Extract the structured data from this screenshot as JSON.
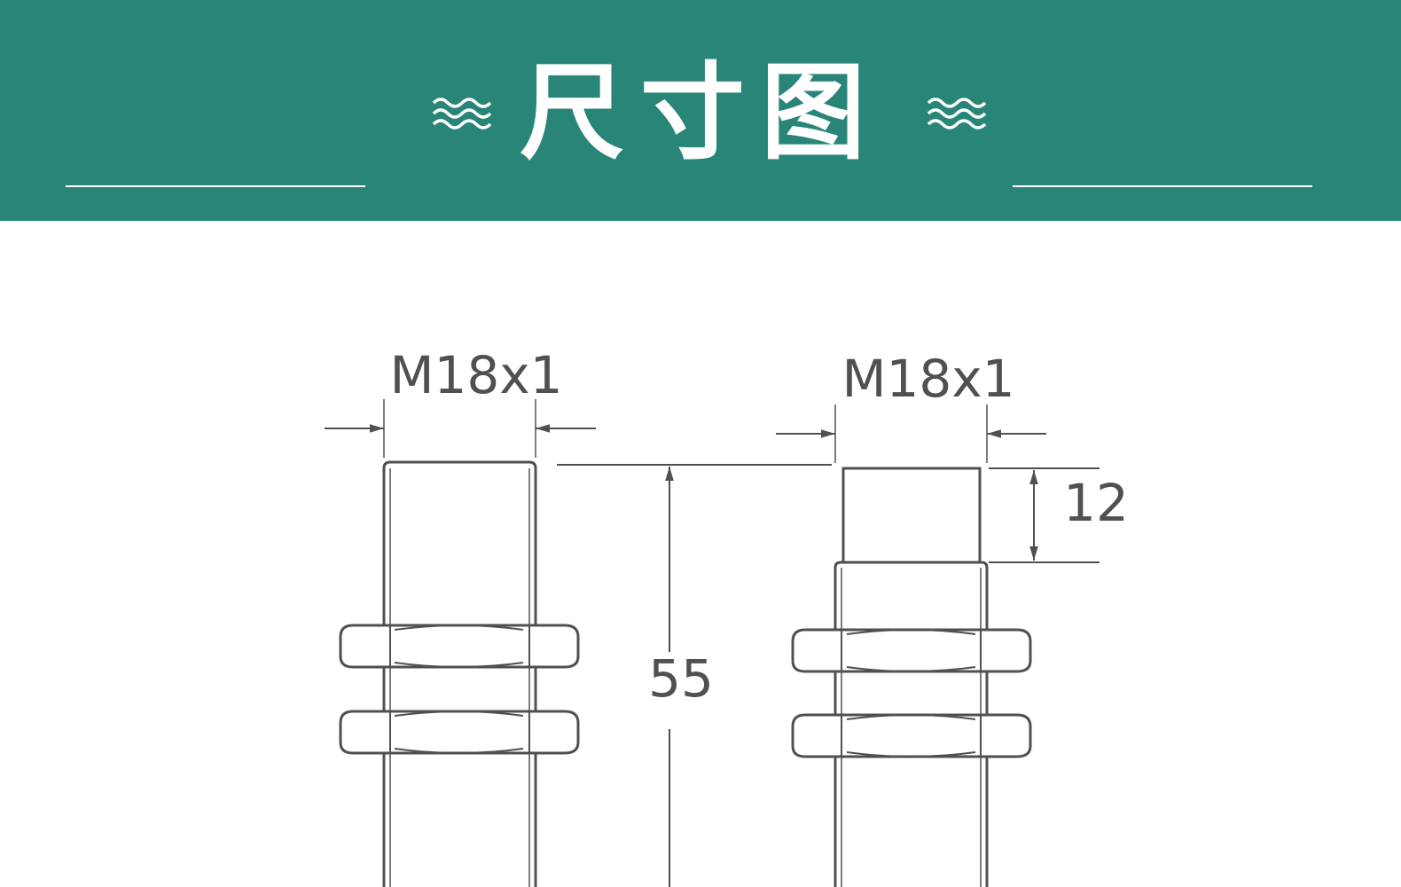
{
  "header": {
    "title": "尺寸图",
    "background_color": "#2a8579",
    "left_icon": "wave-icon",
    "right_icon": "wave-icon"
  },
  "drawing": {
    "left_sensor": {
      "thread_label": "M18x1",
      "length_label": "55",
      "head_type": "flush"
    },
    "right_sensor": {
      "thread_label": "M18x1",
      "head_length_label": "12",
      "head_type": "non-flush"
    },
    "line_color": "#505050"
  }
}
